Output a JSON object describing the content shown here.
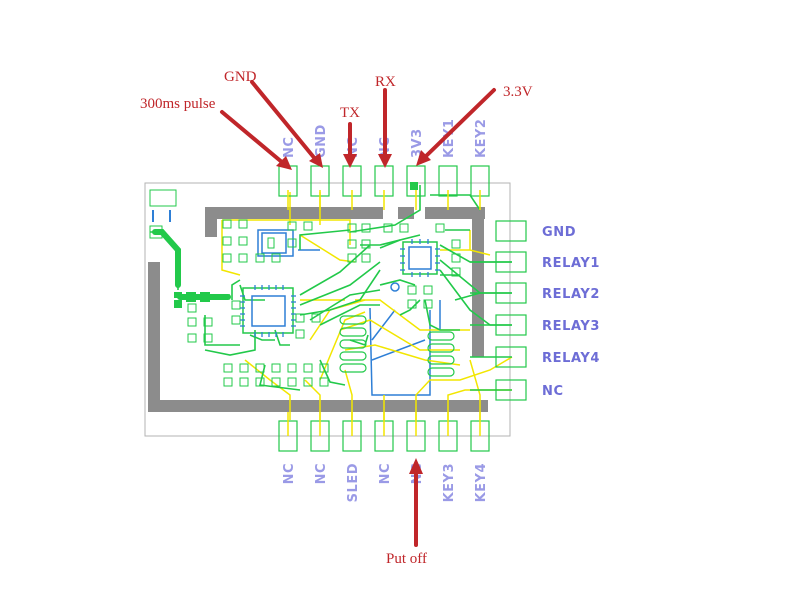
{
  "top_pins": [
    "NC",
    "GND",
    "NC",
    "NC",
    "3V3",
    "KEY1",
    "KEY2"
  ],
  "right_pins": [
    "GND",
    "RELAY1",
    "RELAY2",
    "RELAY3",
    "RELAY4",
    "NC"
  ],
  "bottom_pins": [
    "NC",
    "NC",
    "SLED",
    "NC",
    "NC",
    "KEY3",
    "KEY4"
  ],
  "annotations": {
    "pulse": "300ms pulse",
    "gnd": "GND",
    "tx": "TX",
    "rx": "RX",
    "v33": "3.3V",
    "put_off": "Put off"
  },
  "colors": {
    "annotation": "#c0262a",
    "pin_label": "#9a9ae6",
    "side_label": "#6d6dd6",
    "trace_top": "#22c94a",
    "trace_bottom": "#f2e600",
    "trace_blue": "#2e7fd6",
    "copper_gray": "#8c8c8c"
  }
}
